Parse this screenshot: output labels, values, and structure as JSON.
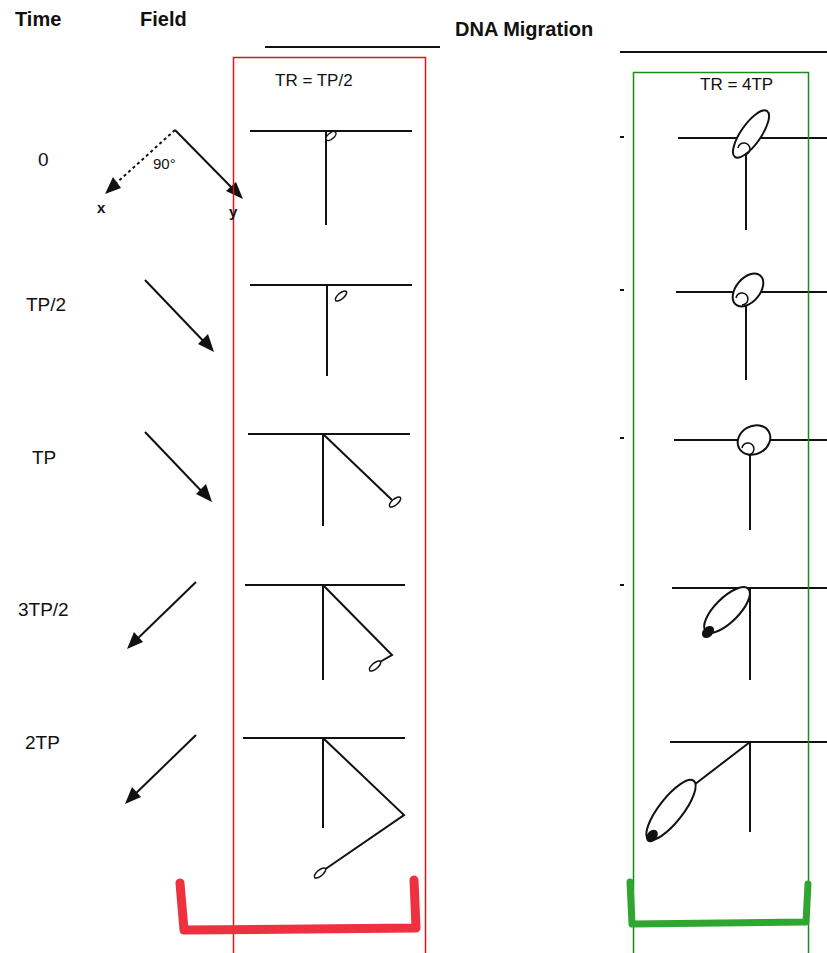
{
  "diagram": {
    "labels": [
      "Time",
      "Field",
      "DNA Migration",
      "TR = TP/2",
      "TR = 4TP",
      "0",
      "90°",
      "x",
      "y",
      "TP/2",
      "TP",
      "3TP/2",
      "2TP"
    ]
  }
}
